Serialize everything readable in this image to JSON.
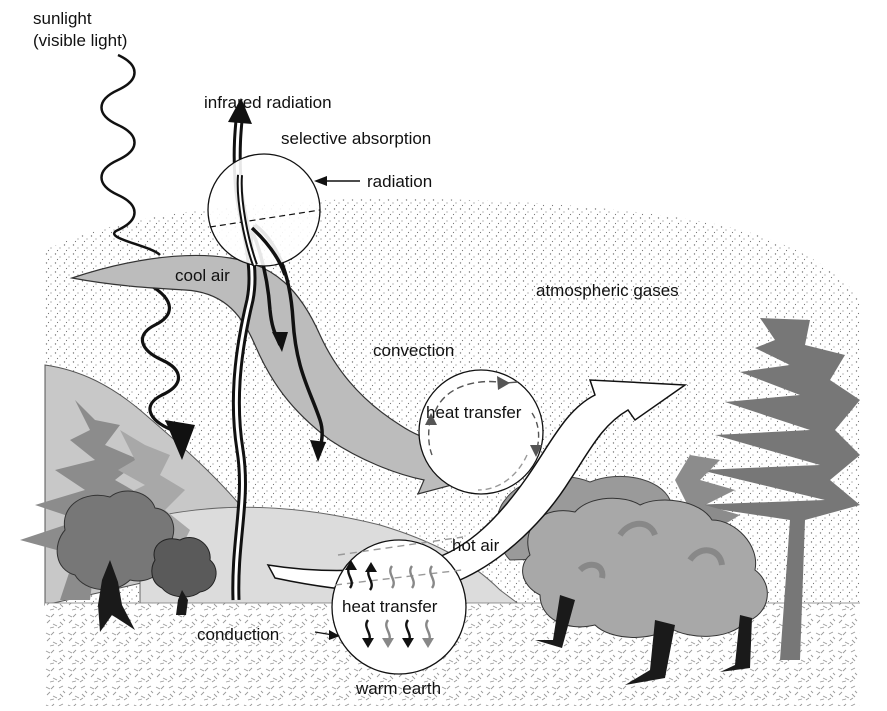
{
  "labels": {
    "sunlight_line1": "sunlight",
    "sunlight_line2": "(visible light)",
    "infrared": "infrared radiation",
    "selective_absorption": "selective absorption",
    "radiation": "radiation",
    "cool_air": "cool air",
    "atmospheric_gases": "atmospheric gases",
    "convection": "convection",
    "heat_transfer_convection": "heat transfer",
    "hot_air": "hot air",
    "heat_transfer_conduction": "heat transfer",
    "conduction": "conduction",
    "warm_earth": "warm earth"
  },
  "colors": {
    "background": "#ffffff",
    "air_stipple": "#8a8a8a",
    "hill_far": "#c8c8c8",
    "hill_near": "#dcdcdc",
    "tree_dark": "#6a6a6a",
    "tree_mid": "#8c8c8c",
    "tree_light": "#a8a8a8",
    "trunk": "#1a1a1a",
    "arrow_gray": "#b8b8b8",
    "line": "#111111"
  }
}
